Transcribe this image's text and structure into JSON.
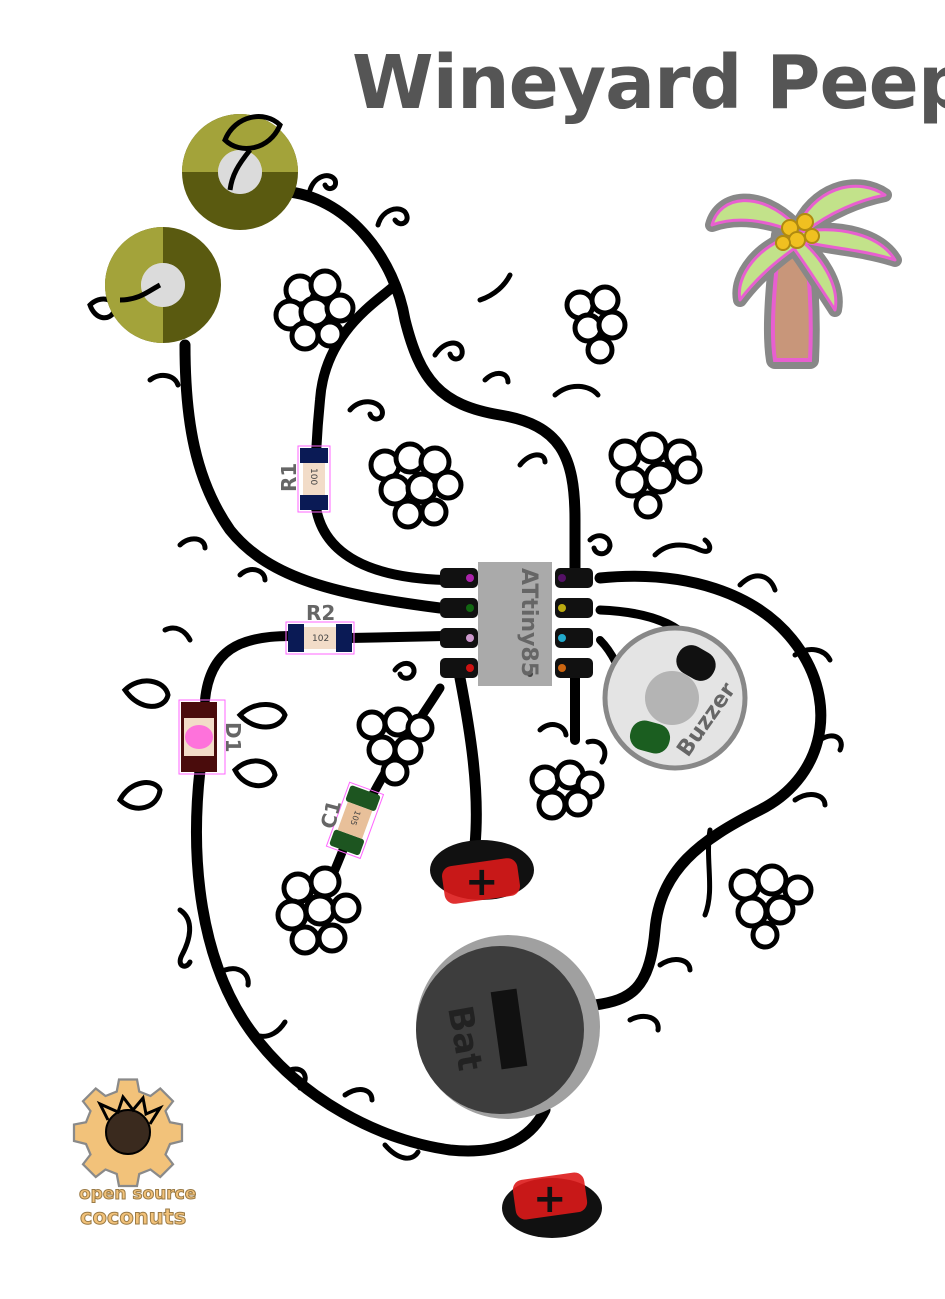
{
  "title": "Wineyard Peepsy",
  "chip": {
    "label": "ATtiny85"
  },
  "components": {
    "r1": {
      "label": "R1",
      "value": "100"
    },
    "r2": {
      "label": "R2",
      "value": "102"
    },
    "d1": {
      "label": "D1"
    },
    "c1": {
      "label": "C1",
      "value": "105"
    }
  },
  "buzzer": {
    "label": "Buzzer"
  },
  "battery": {
    "label": "Bat",
    "minus": "−"
  },
  "pads": {
    "plus": "+"
  },
  "logo": {
    "line1": "open source",
    "line2": "coconuts"
  },
  "colors": {
    "pad_olive": "#a3a33a",
    "pad_dark": "#5a5a10",
    "chip": "#aaaaaa",
    "battery": "#3d3d3d",
    "pad_red": "#cc1111",
    "palm_leaf": "#c2e28a",
    "palm_trunk": "#c8967a",
    "logo_gear": "#f2c27a"
  },
  "pins": [
    "#aa22aa",
    "#116611",
    "#cc99cc",
    "#cc1111",
    "#551166",
    "#bbaa11",
    "#22aacc",
    "#cc6611"
  ]
}
